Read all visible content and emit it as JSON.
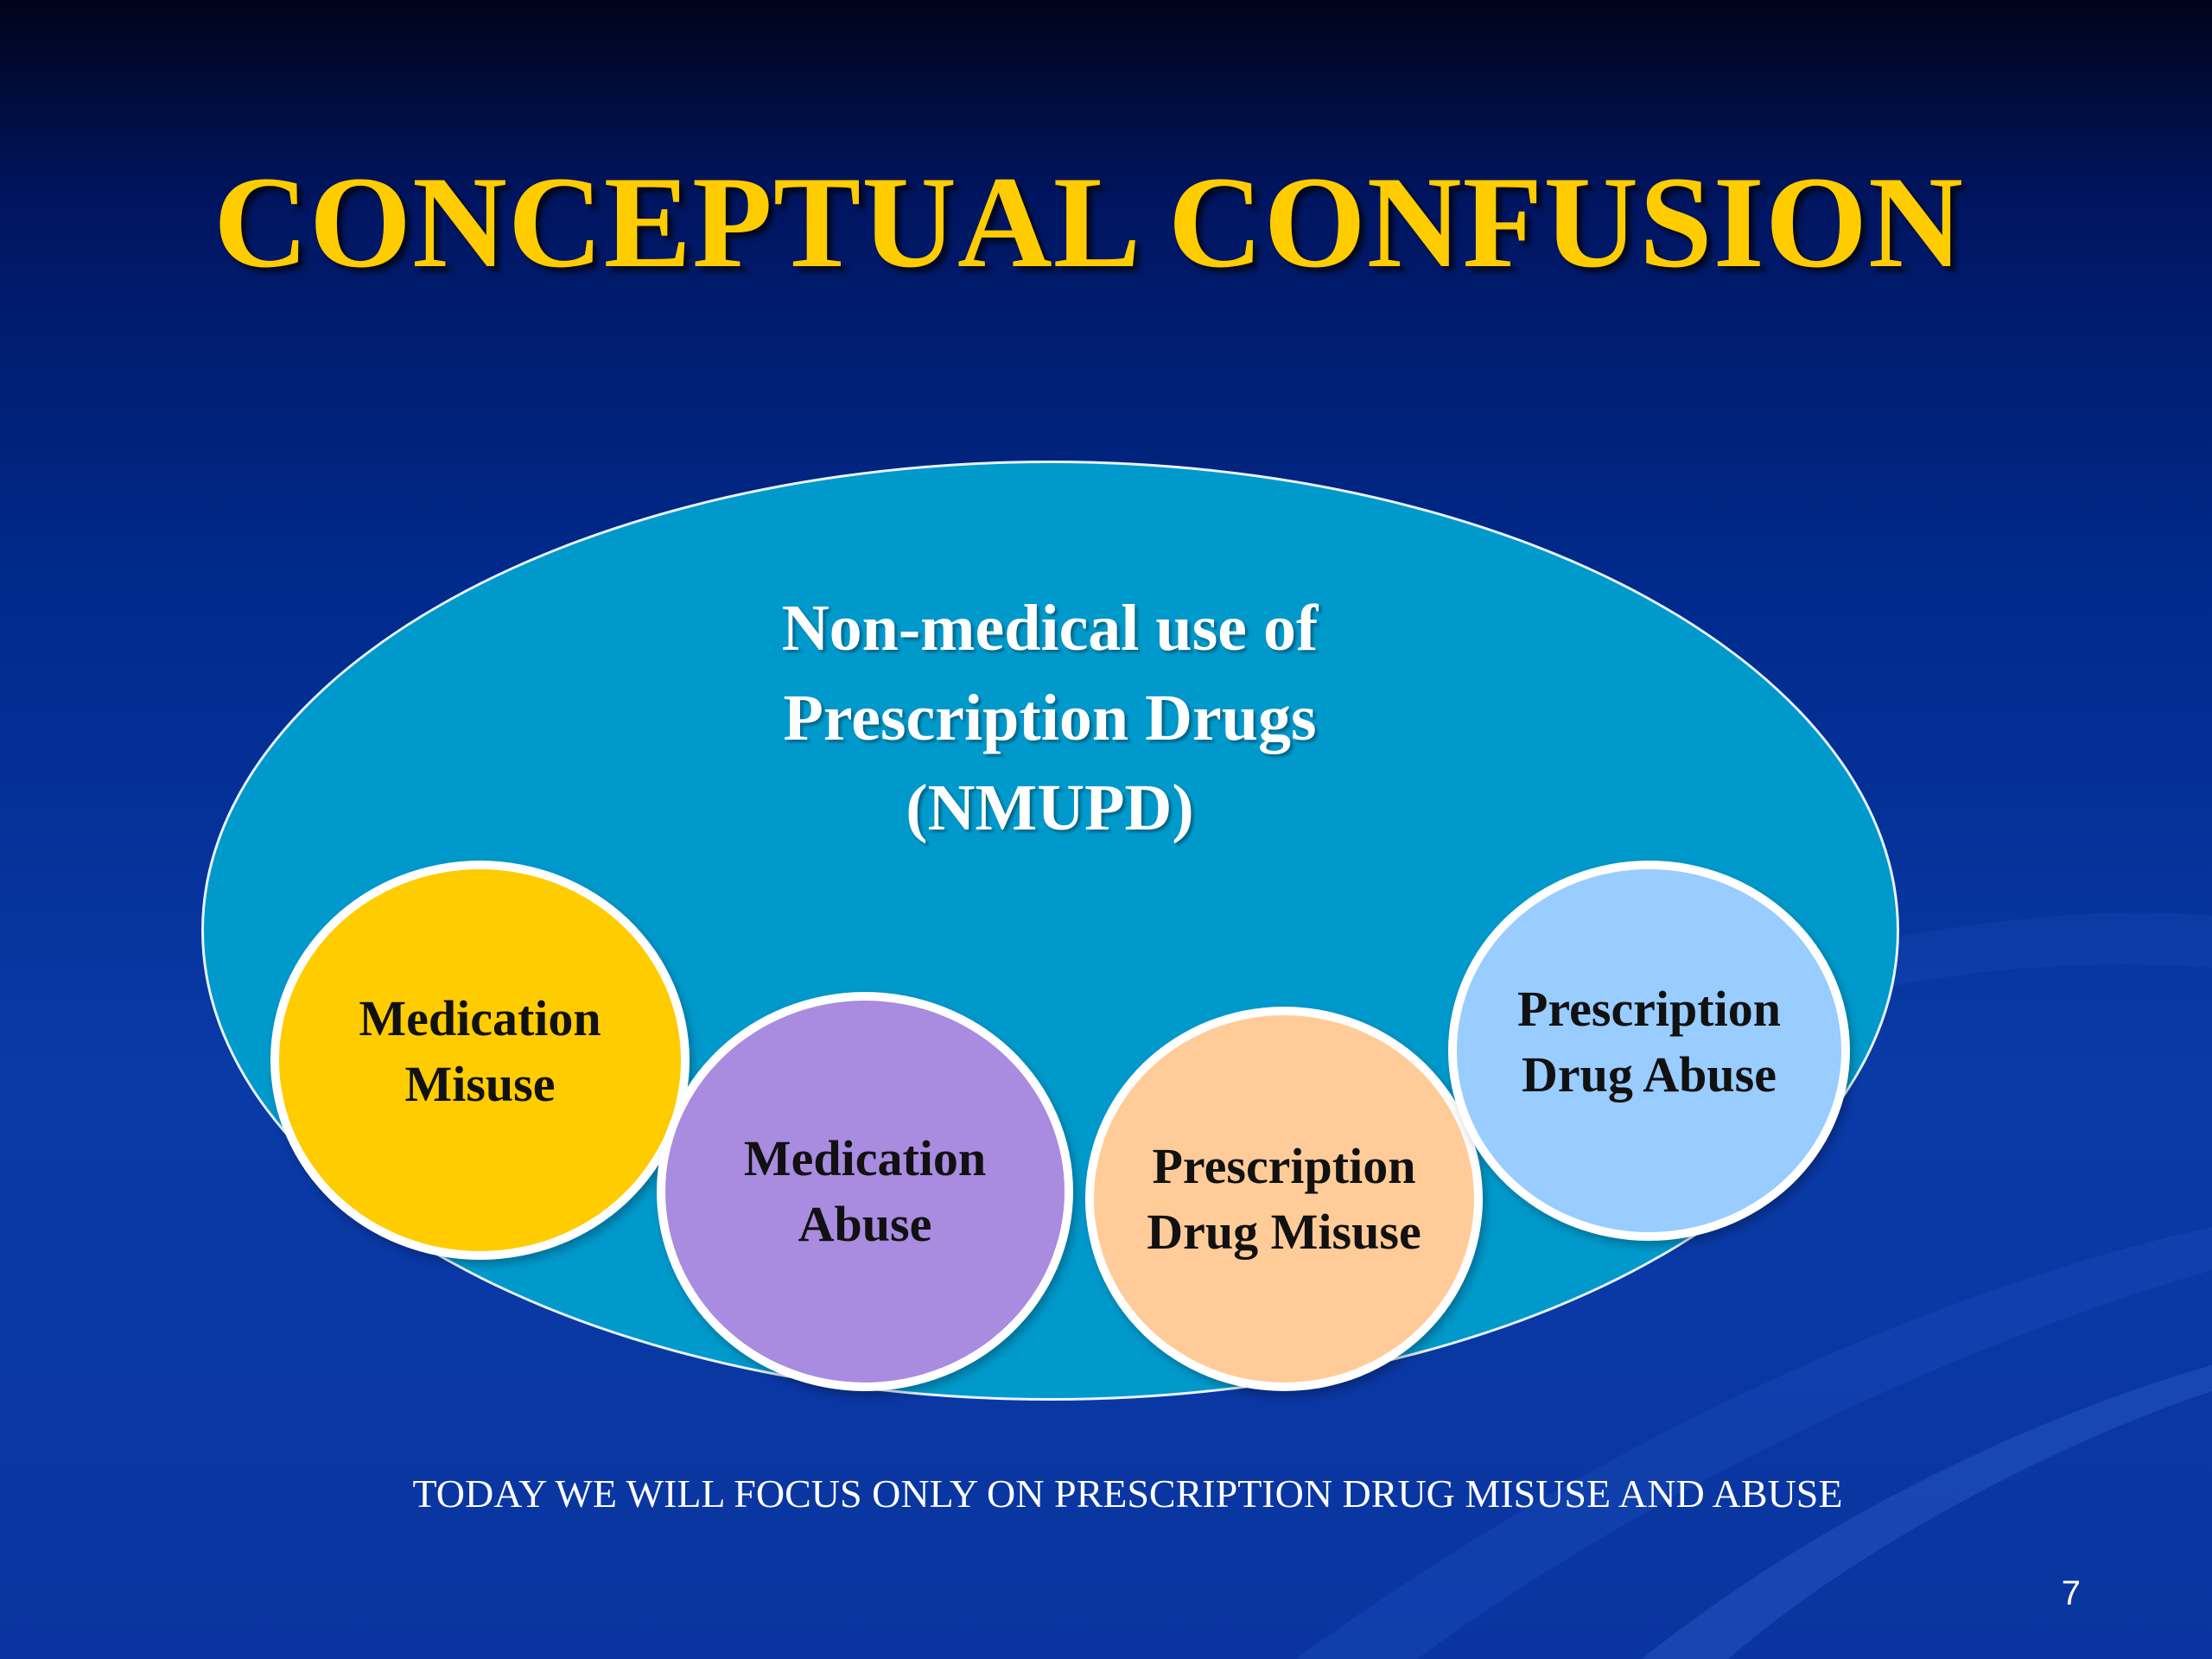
{
  "slide": {
    "title": "CONCEPTUAL CONFUSION",
    "page_number": "7"
  },
  "diagram": {
    "outer": {
      "lines": [
        "Non-medical use of",
        "Prescription Drugs",
        "(NMUPD)"
      ],
      "color": "#0099cc"
    },
    "circles": [
      {
        "lines": [
          "Medication",
          "Misuse"
        ],
        "color": "#ffcc00"
      },
      {
        "lines": [
          "Medication",
          "Abuse"
        ],
        "color": "#a98be0"
      },
      {
        "lines": [
          "Prescription",
          "Drug Misuse"
        ],
        "color": "#ffcc99"
      },
      {
        "lines": [
          "Prescription",
          "Drug Abuse"
        ],
        "color": "#99ccff"
      }
    ]
  },
  "footnote": "TODAY WE WILL FOCUS ONLY ON PRESCRIPTION DRUG MISUSE AND ABUSE",
  "colors": {
    "title": "#ffcc00",
    "background": "#002a8c"
  }
}
